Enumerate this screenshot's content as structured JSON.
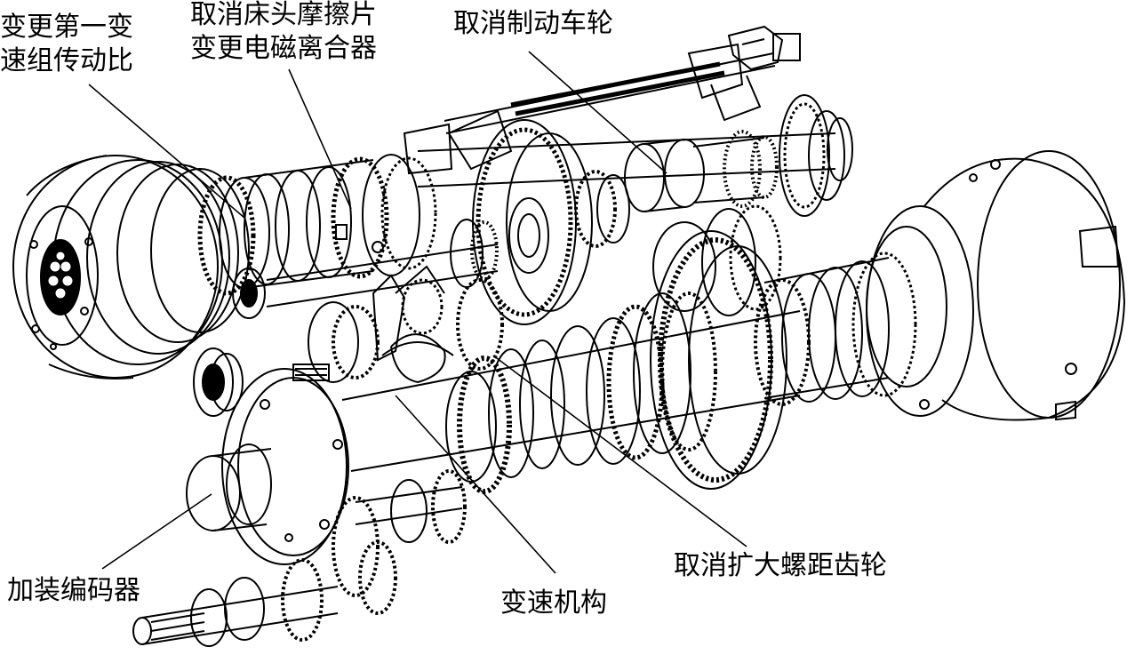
{
  "callouts": {
    "ratio_line1": "变更第一变",
    "ratio_line2": "速组传动比",
    "clutch_line1": "取消床头摩擦片",
    "clutch_line2": "变更电磁离合器",
    "brake": "取消制动车轮",
    "encoder": "加装编码器",
    "shift": "变速机构",
    "pitch_gear": "取消扩大螺距齿轮"
  }
}
